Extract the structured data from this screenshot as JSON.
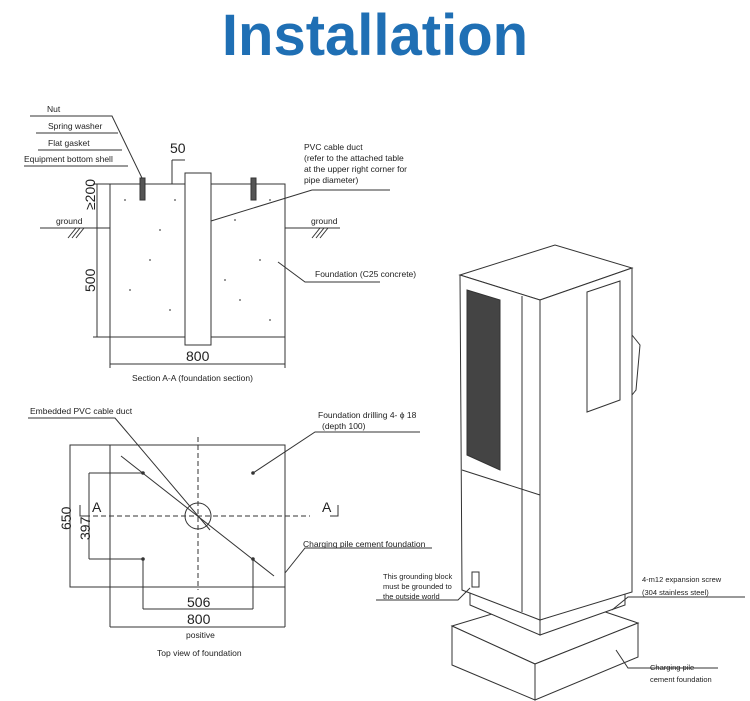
{
  "title": "Installation",
  "section": {
    "labels": {
      "nut": "Nut",
      "spring_washer": "Spring washer",
      "flat_gasket": "Flat gasket",
      "bottom_shell": "Equipment bottom shell",
      "pvc_duct": [
        "PVC cable duct",
        "(refer to the attached table",
        "at the upper right corner for",
        "pipe diameter)"
      ],
      "ground_left": "ground",
      "ground_right": "ground",
      "foundation": "Foundation (C25 concrete)"
    },
    "dims": {
      "d50": "50",
      "d200": "≥200",
      "d500": "500",
      "d800": "800"
    },
    "caption": "Section A-A (foundation section)"
  },
  "topview": {
    "labels": {
      "embedded": "Embedded PVC cable duct",
      "drilling": [
        "Foundation drilling 4- ϕ 18",
        "(depth 100)"
      ],
      "cement": "Charging pile cement foundation",
      "a_left": "A",
      "a_right": "A"
    },
    "dims": {
      "d650": "650",
      "d397": "397",
      "d506": "506",
      "d800": "800"
    },
    "positive": "positive",
    "caption": "Top view of foundation"
  },
  "perspective": {
    "grounding": [
      "This grounding block",
      "must be grounded to",
      "the outside world"
    ],
    "screw": [
      "4-m12 expansion screw",
      "(304 stainless steel)"
    ],
    "foundation": [
      "Charging pile",
      "cement foundation"
    ]
  }
}
